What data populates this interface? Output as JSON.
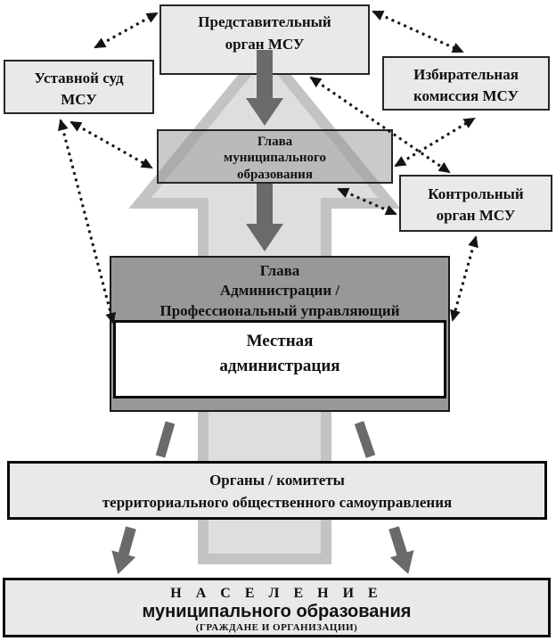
{
  "diagram": {
    "nodes": {
      "representative_body": {
        "lines": [
          "Представительный",
          "орган МСУ"
        ]
      },
      "charter_court": {
        "lines": [
          "Уставной суд",
          "МСУ"
        ]
      },
      "election_commission": {
        "lines": [
          "Избирательная",
          "комиссия МСУ"
        ]
      },
      "municipality_head": {
        "lines": [
          "Глава",
          "муниципального",
          "образования"
        ]
      },
      "control_body": {
        "lines": [
          "Контрольный",
          "орган МСУ"
        ]
      },
      "administration_head": {
        "lines": [
          "Глава",
          "Администрации /",
          "Профессиональный управляющий"
        ]
      },
      "local_administration": {
        "lines": [
          "Местная",
          "администрация"
        ]
      },
      "territorial_self_government": {
        "lines": [
          "Органы / комитеты",
          "территориального общественного самоуправления"
        ]
      },
      "population": {
        "lines": [
          "Н А С Е Л Е Н И Е",
          "муниципального образования",
          "(ГРАЖДАНЕ И ОРГАНИЗАЦИИ)"
        ]
      }
    },
    "edges": {
      "solid": [
        {
          "from": "representative_body",
          "to": "municipality_head",
          "style": "thick-down-arrow"
        },
        {
          "from": "municipality_head",
          "to": "administration_head",
          "style": "thick-down-arrow"
        },
        {
          "from": "local_administration",
          "to": "territorial_self_government",
          "style": "thick-bar",
          "side": "left"
        },
        {
          "from": "local_administration",
          "to": "territorial_self_government",
          "style": "thick-bar",
          "side": "right"
        },
        {
          "from": "territorial_self_government",
          "to": "population",
          "style": "thick-down-arrow",
          "side": "left"
        },
        {
          "from": "territorial_self_government",
          "to": "population",
          "style": "thick-down-arrow",
          "side": "right"
        },
        {
          "from": "population",
          "to": "representative_body",
          "style": "big-up-arrow-background"
        }
      ],
      "dotted_bidirectional": [
        {
          "a": "charter_court",
          "b": "representative_body"
        },
        {
          "a": "representative_body",
          "b": "election_commission"
        },
        {
          "a": "representative_body",
          "b": "control_body"
        },
        {
          "a": "municipality_head",
          "b": "election_commission"
        },
        {
          "a": "charter_court",
          "b": "municipality_head"
        },
        {
          "a": "charter_court",
          "b": "local_administration"
        },
        {
          "a": "municipality_head",
          "b": "control_body"
        },
        {
          "a": "control_body",
          "b": "local_administration"
        }
      ]
    },
    "colors": {
      "box_light": "#e9e9e9",
      "box_medium_translucent": "rgba(150,150,150,0.5)",
      "box_dark": "#989898",
      "box_white": "#ffffff",
      "border_dark": "#262626",
      "solid_arrow": "#6a6a6a",
      "dotted_line": "#141414",
      "big_arrow_fill": "#dedede",
      "big_arrow_edge": "#c3c3c3"
    }
  }
}
